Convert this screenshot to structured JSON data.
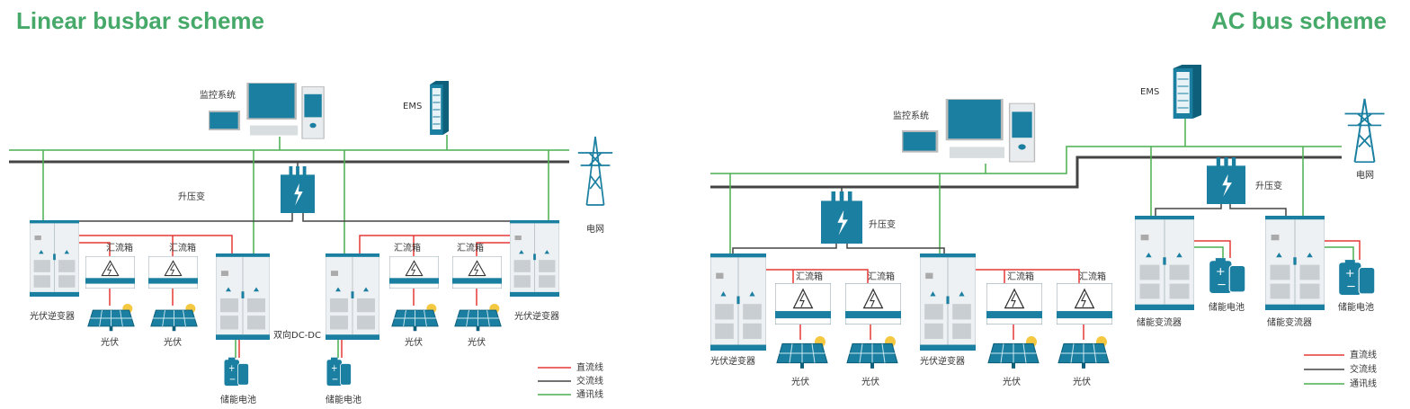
{
  "titles": {
    "left": "Linear busbar scheme",
    "right": "AC bus scheme"
  },
  "colors": {
    "title": "#46a96a",
    "device": "#1a7fa0",
    "dc_line": "#e53935",
    "ac_line": "#444444",
    "comm_line": "#4caf50"
  },
  "left": {
    "monitor": "监控系统",
    "ems": "EMS",
    "grid": "电网",
    "transformer": "升压变",
    "combiner": "汇流箱",
    "pv": "光伏",
    "pv_inverter": "光伏逆变器",
    "dcdc": "双向DC-DC",
    "battery": "储能电池"
  },
  "right": {
    "monitor": "监控系统",
    "ems": "EMS",
    "grid": "电网",
    "transformer": "升压变",
    "combiner": "汇流箱",
    "pv": "光伏",
    "pv_inverter": "光伏逆变器",
    "pcs": "储能变流器",
    "battery": "储能电池"
  },
  "legend": {
    "dc": "直流线",
    "ac": "交流线",
    "comm": "通讯线"
  }
}
